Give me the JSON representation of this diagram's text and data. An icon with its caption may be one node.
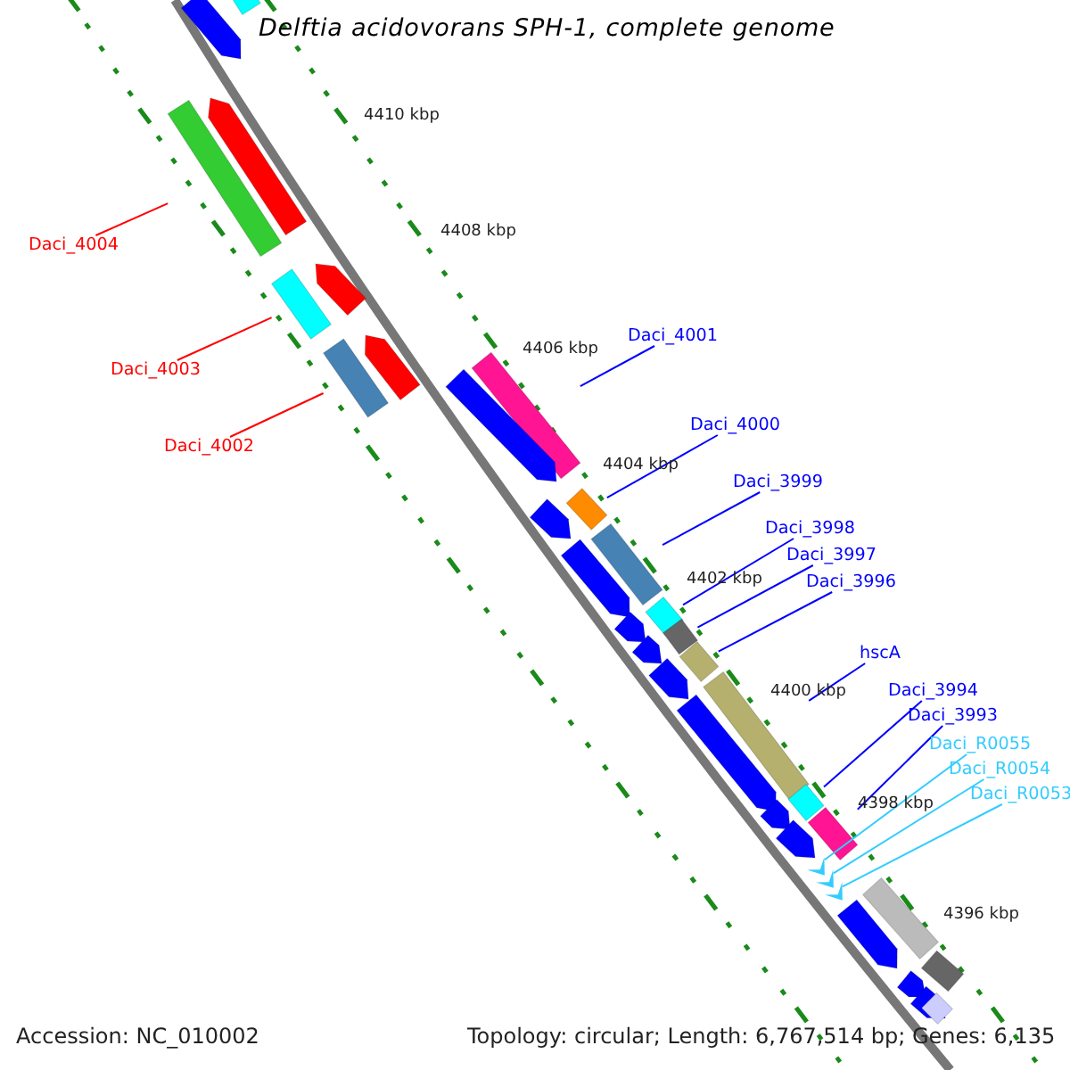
{
  "diagram": {
    "title": "Delftia acidovorans SPH-1, complete genome",
    "nodes": [
      {
        "text": [
          "Daci_4004"
        ]
      },
      {
        "text": [
          "Daci_4003"
        ]
      },
      {
        "text": [
          "Daci_4002"
        ]
      },
      {
        "text": [
          "Daci_4001"
        ]
      },
      {
        "text": [
          "Daci_4000"
        ]
      },
      {
        "text": [
          "Daci_3999"
        ]
      },
      {
        "text": [
          "Daci_3998"
        ]
      },
      {
        "text": [
          "Daci_3997"
        ]
      },
      {
        "text": [
          "Daci_3996"
        ]
      },
      {
        "text": [
          "hscA"
        ]
      },
      {
        "text": [
          "Daci_3994"
        ]
      },
      {
        "text": [
          "Daci_3993"
        ]
      },
      {
        "text": [
          "Daci_R0055"
        ]
      },
      {
        "text": [
          "Daci_R0054"
        ]
      },
      {
        "text": [
          "Daci_R0053"
        ]
      },
      {
        "text": [],
        "shape": "bar"
      },
      {
        "text": [],
        "shape": "bar"
      },
      {
        "text": [],
        "shape": "bar"
      },
      {
        "text": [],
        "shape": "bar"
      },
      {
        "text": [],
        "shape": "bar"
      },
      {
        "text": [],
        "shape": "bar"
      },
      {
        "text": [],
        "shape": "bar"
      },
      {
        "text": [],
        "shape": "bar"
      },
      {
        "text": [],
        "shape": "bar"
      },
      {
        "text": [],
        "shape": "bar"
      },
      {
        "text": [],
        "shape": "bar"
      },
      {
        "text": [],
        "shape": "bar"
      },
      {
        "text": [],
        "shape": "chevron"
      },
      {
        "text": [],
        "shape": "chevron"
      },
      {
        "text": [],
        "shape": "chevron"
      },
      {
        "text": [],
        "shape": "bar"
      },
      {
        "text": [],
        "shape": "bar"
      },
      {
        "text": [],
        "shape": "bar"
      },
      {
        "text": [],
        "shape": "bar"
      },
      {
        "text": [],
        "shape": "bar"
      },
      {
        "text": [],
        "shape": "bar"
      },
      {
        "text": [],
        "shape": "bar"
      },
      {
        "text": [],
        "shape": "bar"
      },
      {
        "text": [],
        "shape": "bar"
      },
      {
        "text": [],
        "shape": "bar"
      },
      {
        "text": [],
        "shape": "bar"
      },
      {
        "text": [],
        "shape": "bar"
      },
      {
        "text": [],
        "shape": "bar"
      },
      {
        "text": [],
        "shape": "bar"
      },
      {
        "text": [],
        "shape": "bar"
      },
      {
        "text": [],
        "shape": "bar"
      },
      {
        "text": [],
        "shape": "bar"
      },
      {
        "text": [],
        "shape": "bar"
      },
      {
        "text": [],
        "shape": "bar"
      },
      {
        "text": [],
        "shape": "bar"
      }
    ],
    "edges": [
      {
        "from": 0,
        "to": 15,
        "arrow": "none",
        "color": "#ff0000"
      },
      {
        "from": 1,
        "to": 16,
        "arrow": "none",
        "color": "#ff0000"
      },
      {
        "from": 2,
        "to": 17,
        "arrow": "none",
        "color": "#ff0000"
      },
      {
        "from": 3,
        "to": 18,
        "arrow": "none"
      },
      {
        "from": 4,
        "to": 19,
        "arrow": "none"
      },
      {
        "from": 5,
        "to": 20,
        "arrow": "none"
      },
      {
        "from": 6,
        "to": 21,
        "arrow": "none"
      },
      {
        "from": 7,
        "to": 22,
        "arrow": "none"
      },
      {
        "from": 8,
        "to": 23,
        "arrow": "none"
      },
      {
        "from": 9,
        "to": 24,
        "arrow": "none"
      },
      {
        "from": 10,
        "to": 25,
        "arrow": "none"
      },
      {
        "from": 11,
        "to": 26,
        "arrow": "none"
      },
      {
        "from": 12,
        "to": 27,
        "arrow": "none",
        "color": "#33ccff"
      },
      {
        "from": 13,
        "to": 28,
        "arrow": "none",
        "color": "#33ccff"
      },
      {
        "from": 14,
        "to": 29,
        "arrow": "none",
        "color": "#33ccff"
      }
    ],
    "labels": [
      "4410 kbp",
      "4408 kbp",
      "4406 kbp",
      "4404 kbp",
      "4402 kbp",
      "4400 kbp",
      "4398 kbp",
      "4396 kbp",
      "Accession: NC_010002",
      "Topology: circular; Length: 6,767,514 bp; Genes: 6,135"
    ]
  }
}
